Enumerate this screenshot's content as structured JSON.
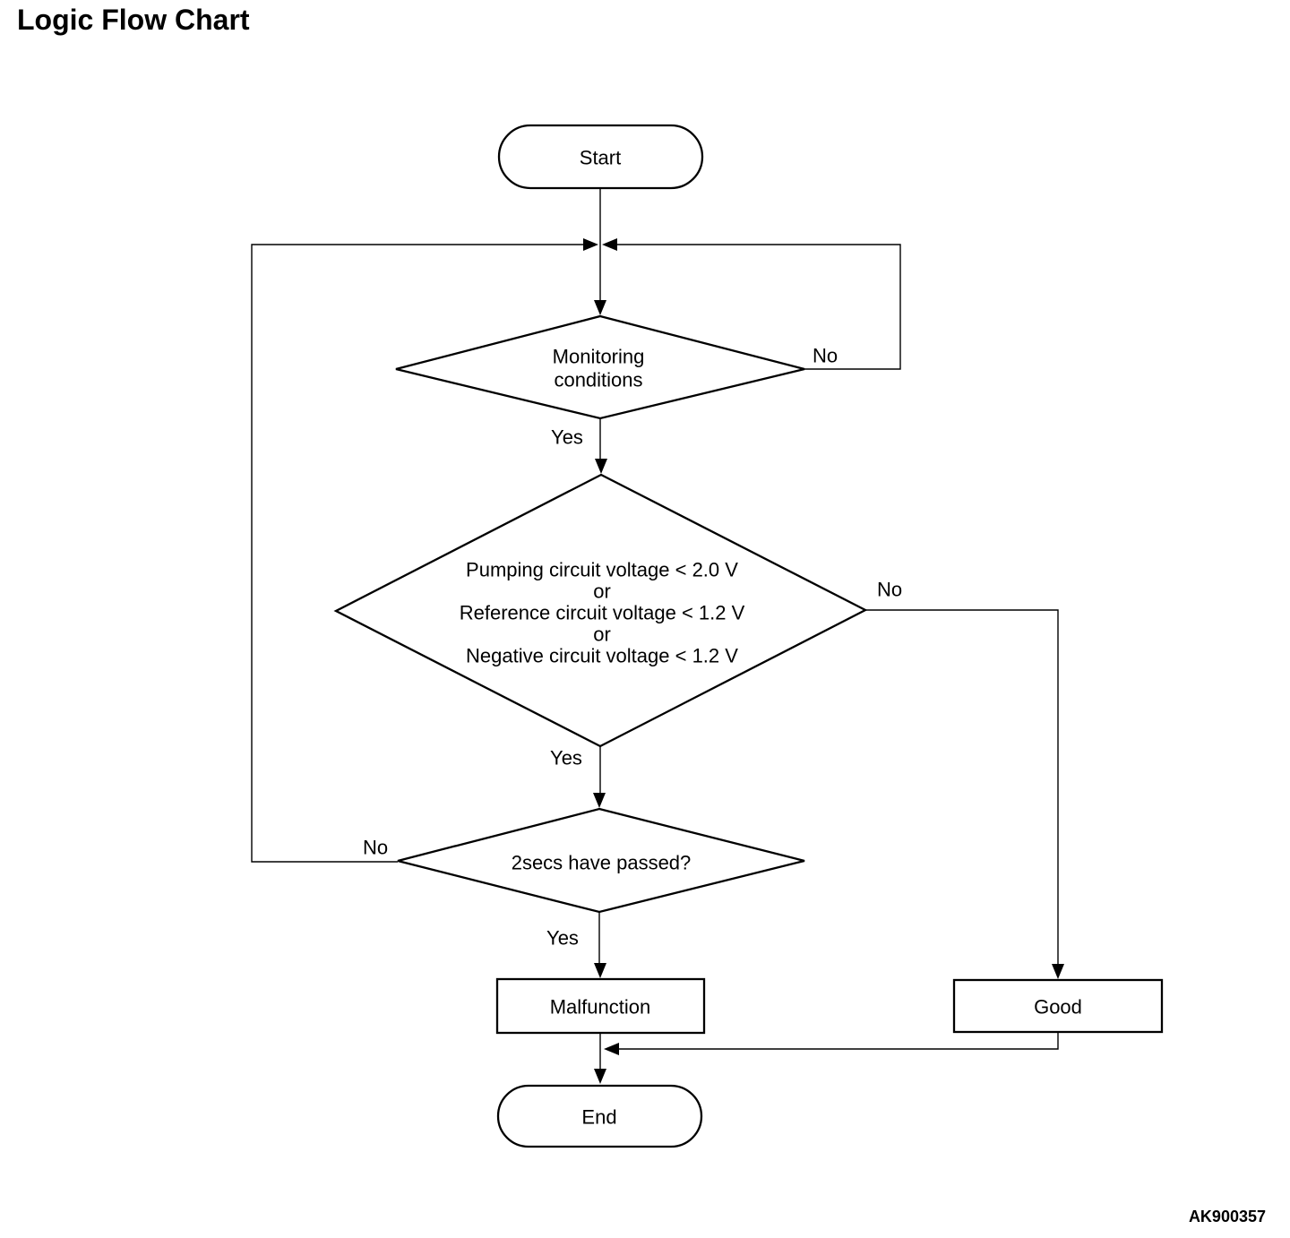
{
  "page": {
    "title": "Logic Flow Chart",
    "figure_code": "AK900357",
    "background_color": "#ffffff"
  },
  "flowchart": {
    "stroke_color": "#000000",
    "text_color": "#000000",
    "nodes": {
      "start": {
        "type": "terminator",
        "label": "Start"
      },
      "monitoring": {
        "type": "decision",
        "lines": [
          "Monitoring",
          "conditions"
        ]
      },
      "voltage_check": {
        "type": "decision",
        "lines": [
          "Pumping circuit voltage < 2.0 V",
          "or",
          "Reference circuit voltage < 1.2 V",
          "or",
          "Negative circuit voltage < 1.2 V"
        ]
      },
      "two_secs": {
        "type": "decision",
        "label": "2secs have passed?"
      },
      "malfunction": {
        "type": "process",
        "label": "Malfunction"
      },
      "good": {
        "type": "process",
        "label": "Good"
      },
      "end": {
        "type": "terminator",
        "label": "End"
      }
    },
    "edge_labels": {
      "monitoring_no": "No",
      "monitoring_yes": "Yes",
      "voltage_no": "No",
      "voltage_yes": "Yes",
      "two_secs_no": "No",
      "two_secs_yes": "Yes"
    }
  }
}
